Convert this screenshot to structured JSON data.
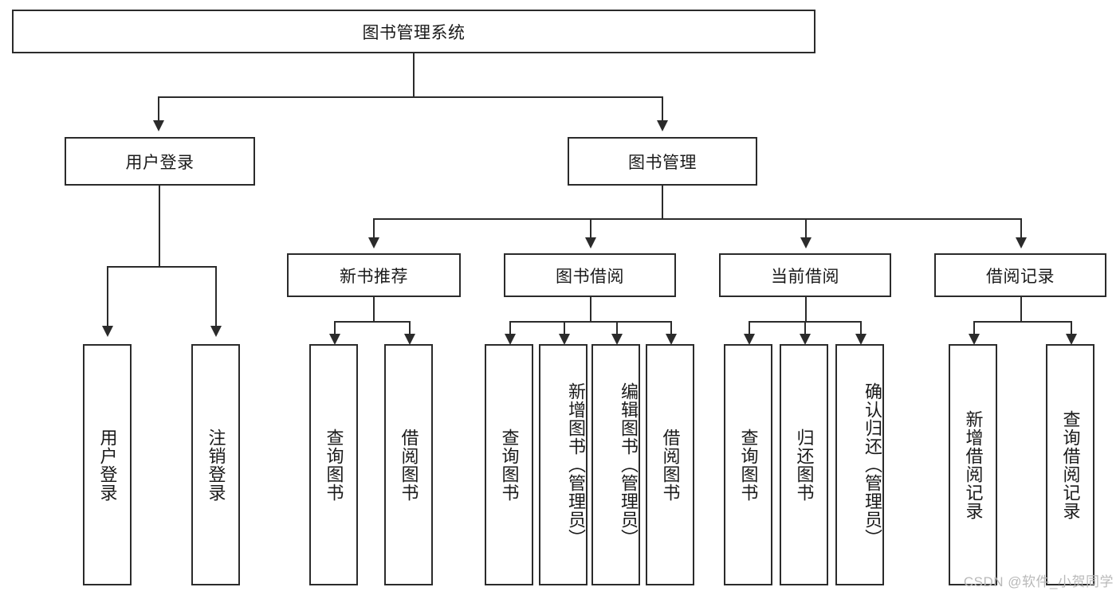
{
  "diagram": {
    "title": "图书管理系统",
    "watermark": "CSDN @软件_小贺同学",
    "root": {
      "label": "图书管理系统"
    },
    "level2": [
      {
        "label": "用户登录"
      },
      {
        "label": "图书管理"
      }
    ],
    "level3": [
      {
        "label": "新书推荐"
      },
      {
        "label": "图书借阅"
      },
      {
        "label": "当前借阅"
      },
      {
        "label": "借阅记录"
      }
    ],
    "leaves": [
      {
        "label": "用户登录"
      },
      {
        "label": "注销登录"
      },
      {
        "label": "查询图书"
      },
      {
        "label": "借阅图书"
      },
      {
        "label": "查询图书"
      },
      {
        "label": "新增图书（管理员）"
      },
      {
        "label": "编辑图书（管理员）"
      },
      {
        "label": "借阅图书"
      },
      {
        "label": "查询图书"
      },
      {
        "label": "归还图书"
      },
      {
        "label": "确认归还（管理员）"
      },
      {
        "label": "新增借阅记录"
      },
      {
        "label": "查询借阅记录"
      }
    ]
  }
}
